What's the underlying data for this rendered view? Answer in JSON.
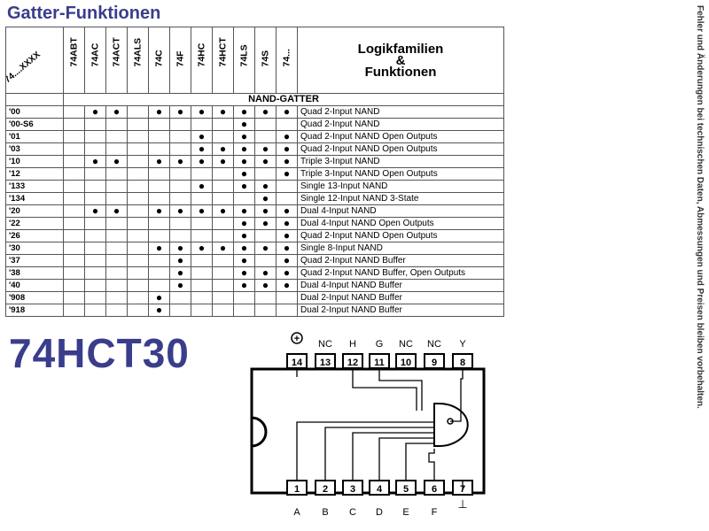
{
  "title": "Gatter-Funktionen",
  "side_note": "Fehler und Änderungen bei technischen Daten, Abmessungen und Preisen bleiben vorbehalten.",
  "part_number": "74HCT30",
  "table": {
    "corner_label": "74....XXXX",
    "families": [
      "74ABT",
      "74AC",
      "74ACT",
      "74ALS",
      "74C",
      "74F",
      "74HC",
      "74HCT",
      "74LS",
      "74S",
      "74..."
    ],
    "function_header": [
      "Logikfamilien",
      "&",
      "Funktionen"
    ],
    "section": "NAND-GATTER",
    "dot_symbol": "●",
    "rows": [
      {
        "code": "'00",
        "dots": [
          0,
          1,
          1,
          0,
          1,
          1,
          1,
          1,
          1,
          1,
          1
        ],
        "desc": "Quad 2-Input NAND"
      },
      {
        "code": "'00-S6",
        "dots": [
          0,
          0,
          0,
          0,
          0,
          0,
          0,
          0,
          1,
          0,
          0
        ],
        "desc": "Quad 2-Input NAND"
      },
      {
        "code": "'01",
        "dots": [
          0,
          0,
          0,
          0,
          0,
          0,
          1,
          0,
          1,
          0,
          1
        ],
        "desc": "Quad 2-Input NAND Open Outputs"
      },
      {
        "code": "'03",
        "dots": [
          0,
          0,
          0,
          0,
          0,
          0,
          1,
          1,
          1,
          1,
          1
        ],
        "desc": "Quad 2-Input NAND Open Outputs"
      },
      {
        "code": "'10",
        "dots": [
          0,
          1,
          1,
          0,
          1,
          1,
          1,
          1,
          1,
          1,
          1
        ],
        "desc": "Triple 3-Input NAND"
      },
      {
        "code": "'12",
        "dots": [
          0,
          0,
          0,
          0,
          0,
          0,
          0,
          0,
          1,
          0,
          1
        ],
        "desc": "Triple 3-Input NAND Open Outputs"
      },
      {
        "code": "'133",
        "dots": [
          0,
          0,
          0,
          0,
          0,
          0,
          1,
          0,
          1,
          1,
          0
        ],
        "desc": "Single 13-Input NAND"
      },
      {
        "code": "'134",
        "dots": [
          0,
          0,
          0,
          0,
          0,
          0,
          0,
          0,
          0,
          1,
          0
        ],
        "desc": "Single 12-Input NAND 3-State"
      },
      {
        "code": "'20",
        "dots": [
          0,
          1,
          1,
          0,
          1,
          1,
          1,
          1,
          1,
          1,
          1
        ],
        "desc": "Dual 4-Input NAND"
      },
      {
        "code": "'22",
        "dots": [
          0,
          0,
          0,
          0,
          0,
          0,
          0,
          0,
          1,
          1,
          1
        ],
        "desc": "Dual 4-Input NAND Open Outputs"
      },
      {
        "code": "'26",
        "dots": [
          0,
          0,
          0,
          0,
          0,
          0,
          0,
          0,
          1,
          0,
          1
        ],
        "desc": "Quad 2-Input NAND Open Outputs"
      },
      {
        "code": "'30",
        "dots": [
          0,
          0,
          0,
          0,
          1,
          1,
          1,
          1,
          1,
          1,
          1
        ],
        "desc": "Single 8-Input NAND"
      },
      {
        "code": "'37",
        "dots": [
          0,
          0,
          0,
          0,
          0,
          1,
          0,
          0,
          1,
          0,
          1
        ],
        "desc": "Quad 2-Input NAND Buffer"
      },
      {
        "code": "'38",
        "dots": [
          0,
          0,
          0,
          0,
          0,
          1,
          0,
          0,
          1,
          1,
          1
        ],
        "desc": "Quad 2-Input NAND Buffer, Open Outputs"
      },
      {
        "code": "'40",
        "dots": [
          0,
          0,
          0,
          0,
          0,
          1,
          0,
          0,
          1,
          1,
          1
        ],
        "desc": "Dual 4-Input NAND Buffer"
      },
      {
        "code": "'908",
        "dots": [
          0,
          0,
          0,
          0,
          1,
          0,
          0,
          0,
          0,
          0,
          0
        ],
        "desc": "Dual 2-Input NAND Buffer"
      },
      {
        "code": "'918",
        "dots": [
          0,
          0,
          0,
          0,
          1,
          0,
          0,
          0,
          0,
          0,
          0
        ],
        "desc": "Dual 2-Input NAND Buffer"
      }
    ]
  },
  "pinout": {
    "top_pins": [
      "14",
      "13",
      "12",
      "11",
      "10",
      "9",
      "8"
    ],
    "top_labels": [
      "",
      "NC",
      "H",
      "G",
      "NC",
      "NC",
      "Y"
    ],
    "bottom_pins": [
      "1",
      "2",
      "3",
      "4",
      "5",
      "6",
      "7"
    ],
    "bottom_labels": [
      "A",
      "B",
      "C",
      "D",
      "E",
      "F",
      ""
    ],
    "vcc_symbol": "+",
    "gnd_symbol": "⊥"
  }
}
